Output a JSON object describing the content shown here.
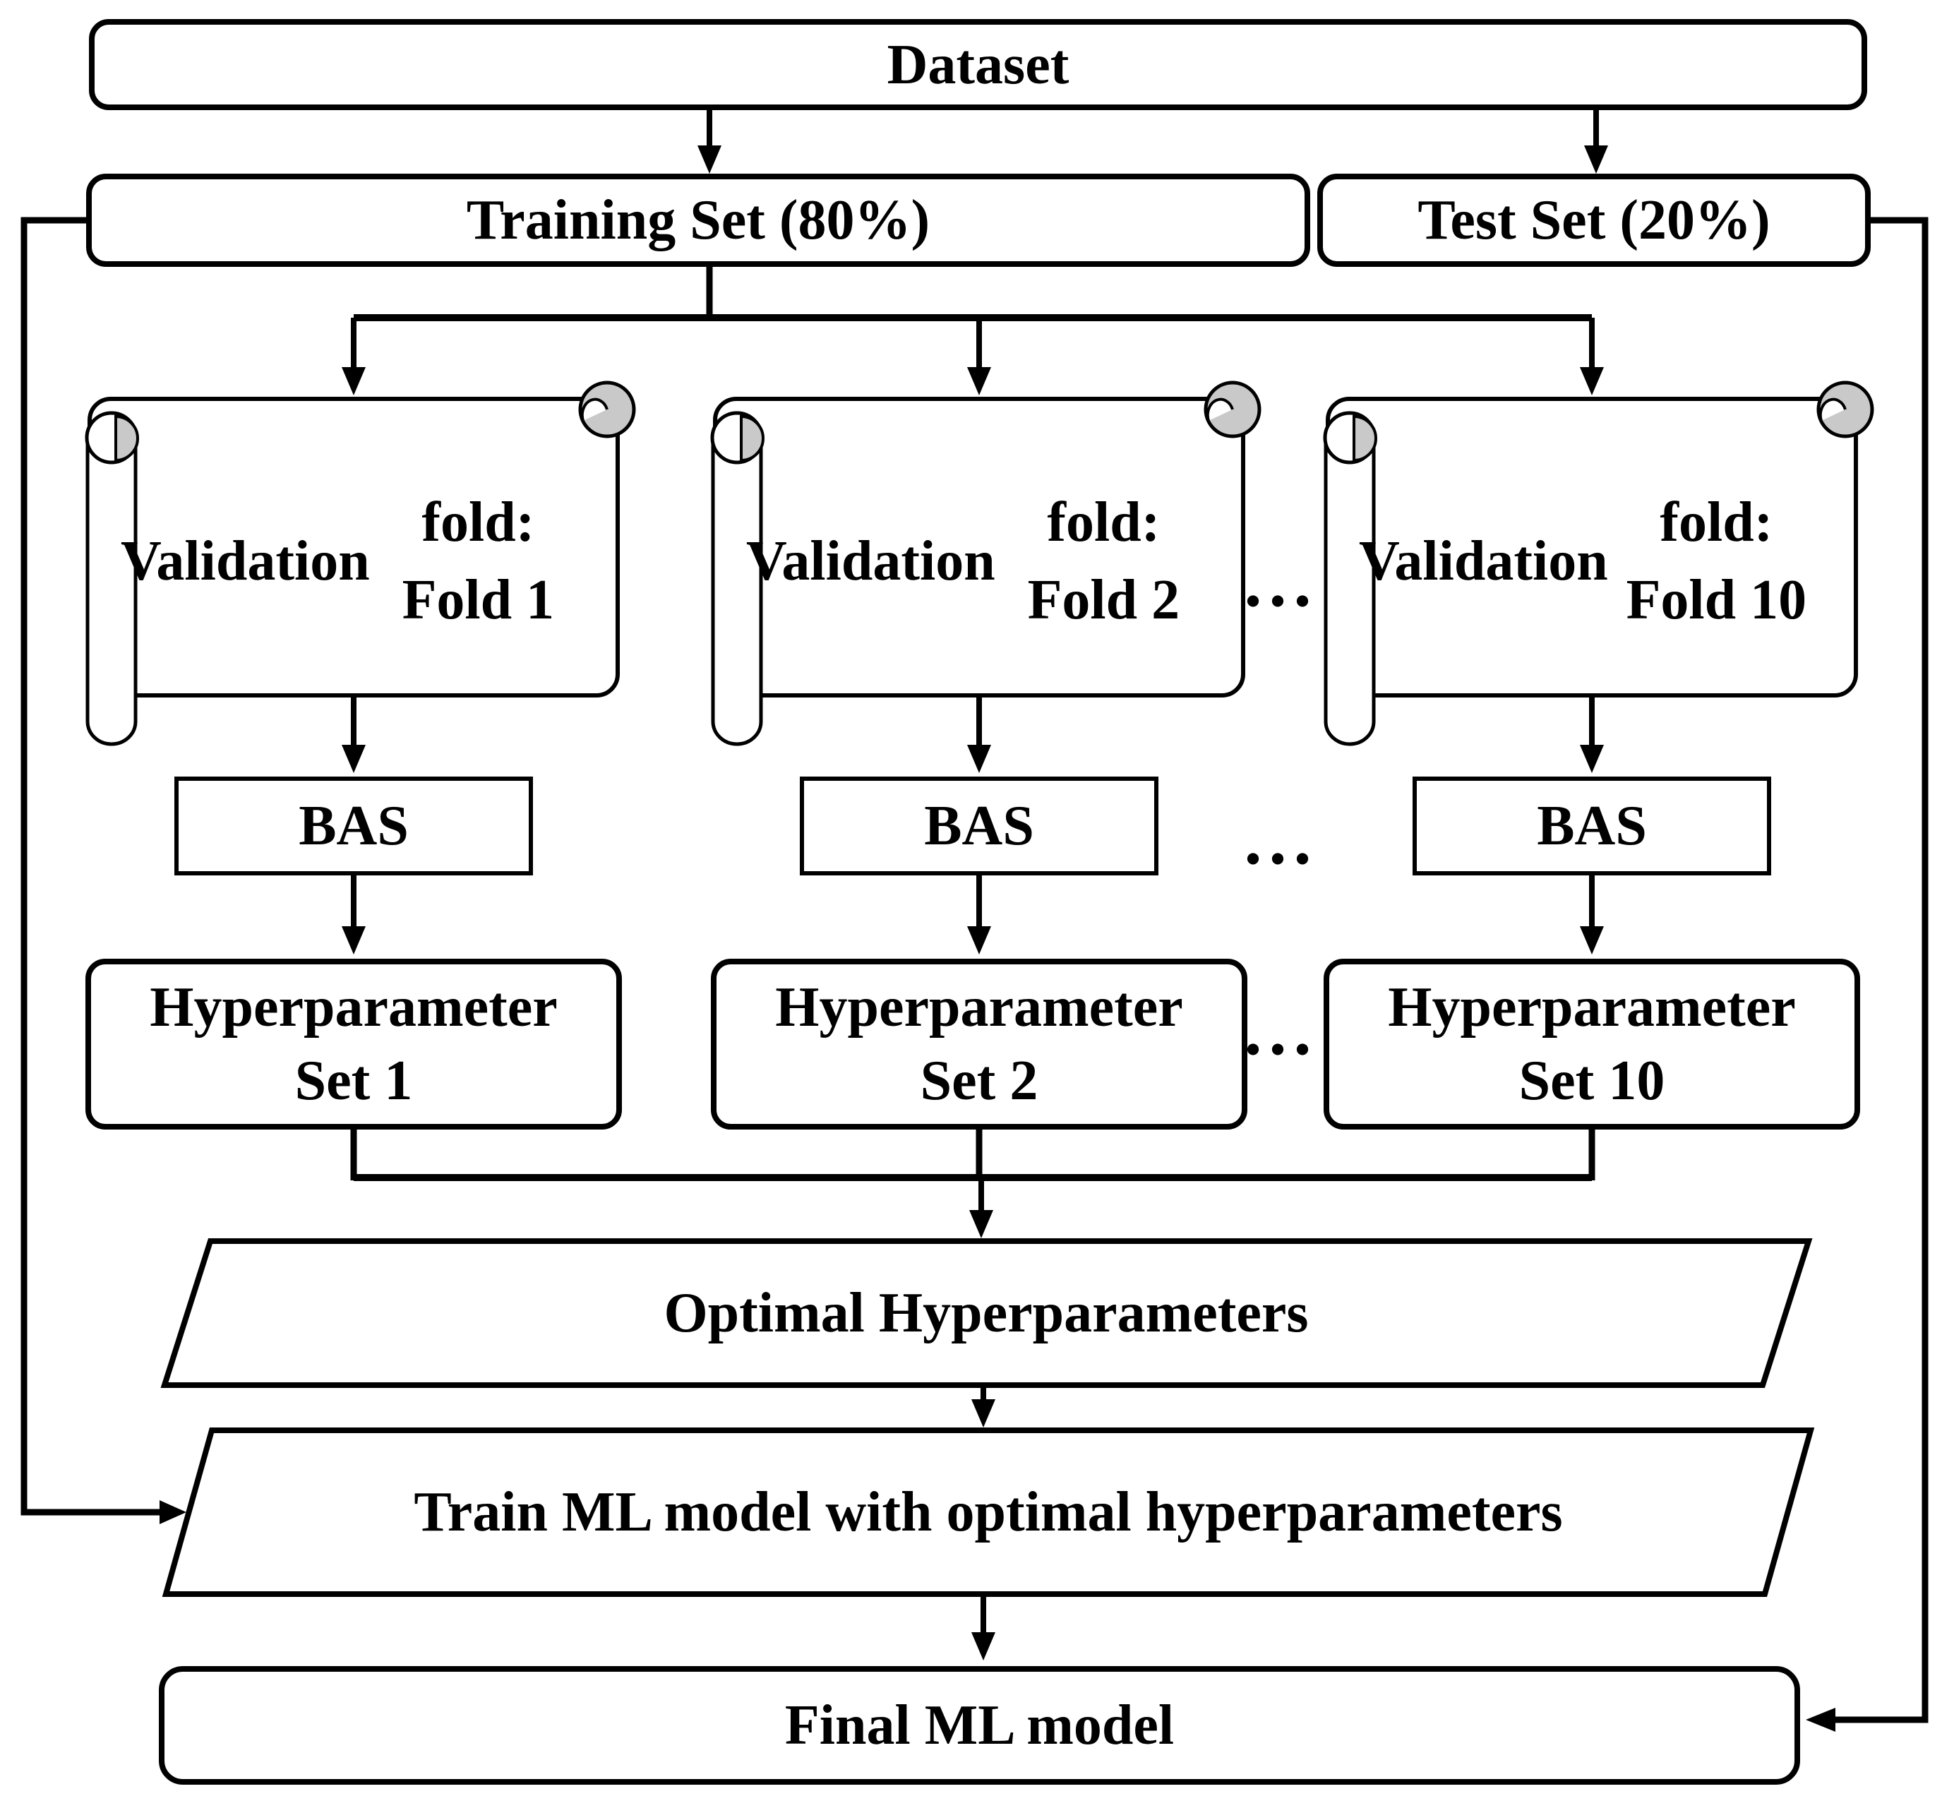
{
  "nodes": {
    "dataset": {
      "label": "Dataset"
    },
    "training_set": {
      "label": "Training Set (80%)"
    },
    "test_set": {
      "label": "Test Set (20%)"
    },
    "optimal": {
      "label": "Optimal Hyperparameters"
    },
    "train_model": {
      "label": "Train ML model with optimal hyperparameters"
    },
    "final_model": {
      "label": "Final ML model"
    }
  },
  "columns": [
    {
      "fold_line1": "Validation",
      "fold_line2": "fold: Fold 1",
      "search": "BAS",
      "set_line1": "Hyperparameter",
      "set_line2": "Set 1"
    },
    {
      "fold_line1": "Validation",
      "fold_line2": "fold: Fold 2",
      "search": "BAS",
      "set_line1": "Hyperparameter",
      "set_line2": "Set 2"
    },
    {
      "fold_line1": "Validation",
      "fold_line2": "fold: Fold 10",
      "search": "BAS",
      "set_line1": "Hyperparameter",
      "set_line2": "Set 10"
    }
  ],
  "ellipsis": "...",
  "colors": {
    "stroke": "#000000",
    "fill": "#ffffff",
    "scroll_accent": "#c9c9c9"
  }
}
